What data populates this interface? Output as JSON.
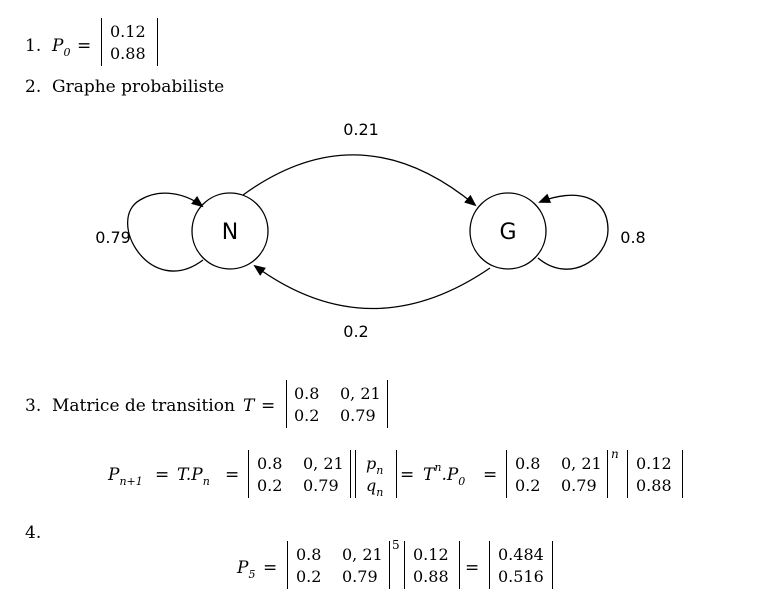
{
  "item1": {
    "num": "1.",
    "lhs": "P",
    "lhs_sub": "0",
    "eq": "=",
    "vector": [
      "0.12",
      "0.88"
    ]
  },
  "item2": {
    "num": "2.",
    "title": "Graphe probabiliste"
  },
  "graph": {
    "nodes": [
      "N",
      "G"
    ],
    "edges": [
      {
        "from": "N",
        "to": "G",
        "label": "0.21"
      },
      {
        "from": "G",
        "to": "N",
        "label": "0.2"
      },
      {
        "from": "N",
        "to": "N",
        "label": "0.79"
      },
      {
        "from": "G",
        "to": "G",
        "label": "0.8"
      }
    ]
  },
  "item3": {
    "num": "3.",
    "text": "Matrice de transition",
    "symbol": "T",
    "eq": "=",
    "matrix": [
      [
        "0.8",
        "0, 21"
      ],
      [
        "0.2",
        "0.79"
      ]
    ]
  },
  "recurrence": {
    "lhs": "P",
    "lhs_sub": "n+1",
    "eq1": "=",
    "tp": "T.P",
    "tp_sub": "n",
    "eq2": "=",
    "matrix": [
      [
        "0.8",
        "0, 21"
      ],
      [
        "0.2",
        "0.79"
      ]
    ],
    "vector": [
      {
        "base": "p",
        "sub": "n"
      },
      {
        "base": "q",
        "sub": "n"
      }
    ],
    "eq3": "=",
    "tn": "T",
    "tn_sup": "n",
    "p0": ".P",
    "p0_sub": "0",
    "eq4": "=",
    "matrix2": [
      [
        "0.8",
        "0, 21"
      ],
      [
        "0.2",
        "0.79"
      ]
    ],
    "power": "n",
    "vector2": [
      "0.12",
      "0.88"
    ]
  },
  "item4": {
    "num": "4.",
    "lhs": "P",
    "lhs_sub": "5",
    "eq": "=",
    "matrix": [
      [
        "0.8",
        "0, 21"
      ],
      [
        "0.2",
        "0.79"
      ]
    ],
    "power": "5",
    "vector": [
      "0.12",
      "0.88"
    ],
    "eq2": "=",
    "result": [
      "0.484",
      "0.516"
    ]
  }
}
